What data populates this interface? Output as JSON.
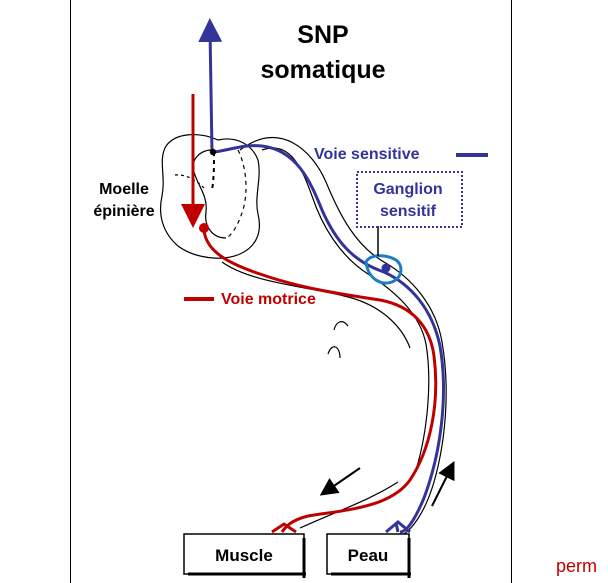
{
  "title": {
    "line1": "SNP",
    "line2": "somatique"
  },
  "labels": {
    "moelle_line1": "Moelle",
    "moelle_line2": "épinière",
    "voie_sensitive": "Voie sensitive",
    "voie_motrice": "Voie motrice",
    "ganglion_line1": "Ganglion",
    "ganglion_line2": "sensitif",
    "muscle": "Muscle",
    "peau": "Peau",
    "edge_text": "perm"
  },
  "colors": {
    "sensory": "#33339a",
    "motor": "#c00000",
    "ganglion": "#1a7fc0",
    "outline": "#000000"
  }
}
